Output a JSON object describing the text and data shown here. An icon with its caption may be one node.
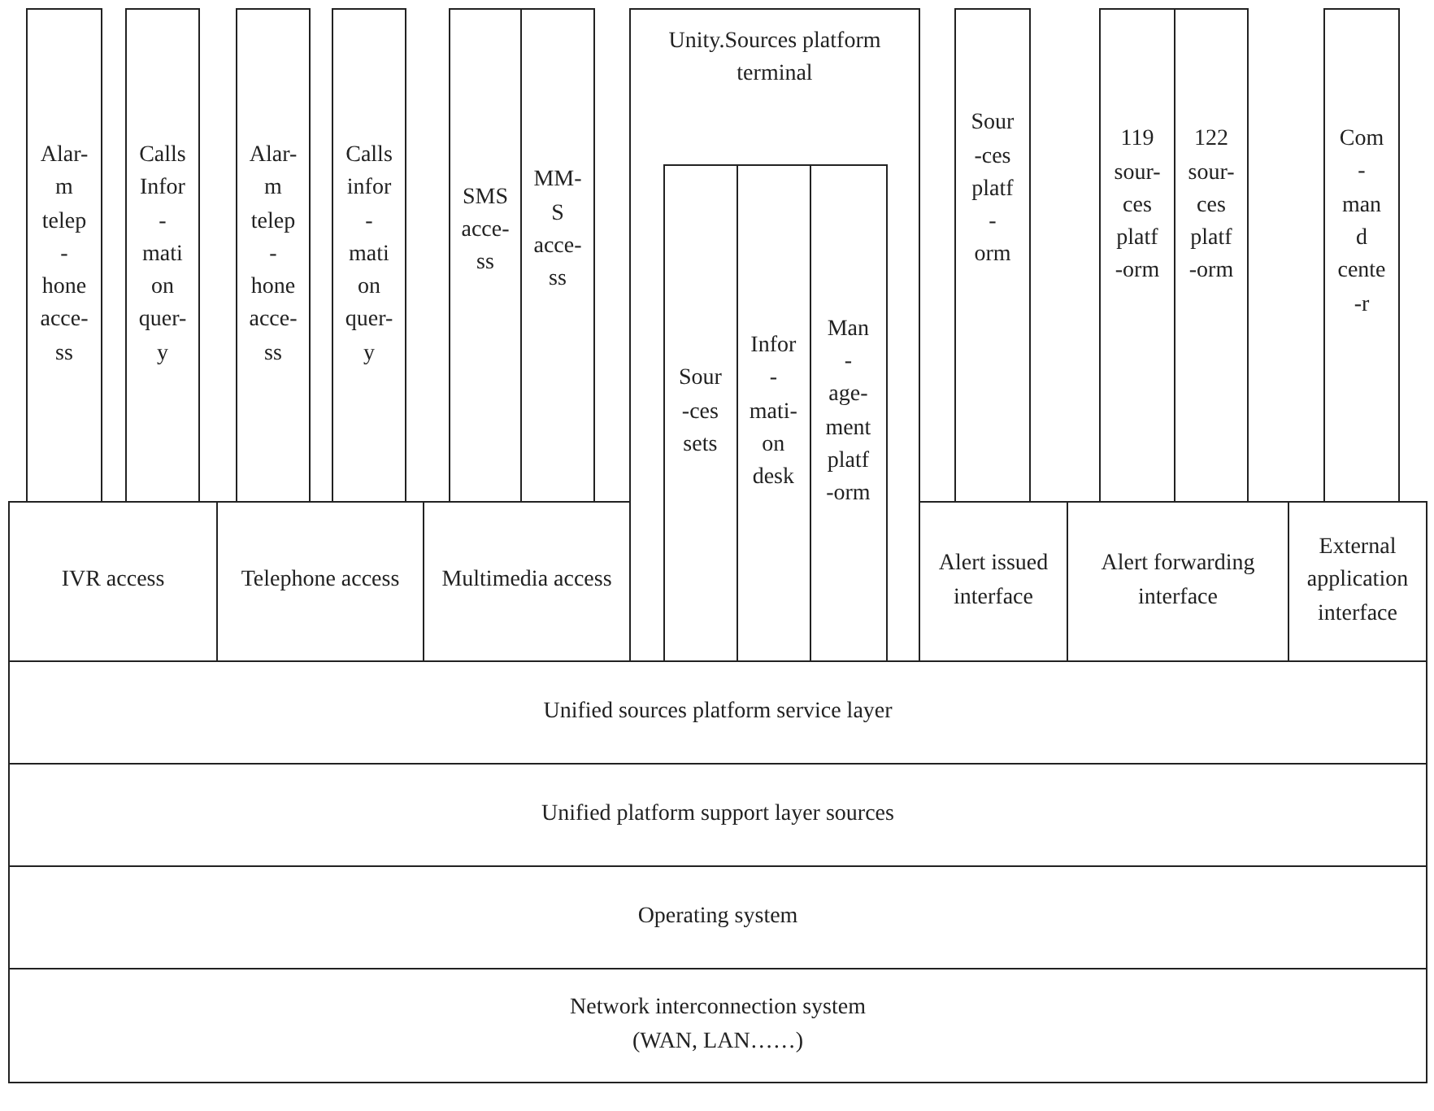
{
  "diagram": {
    "nodes": [
      {
        "text": [
          "Alar- m telep - hone acce- ss"
        ]
      },
      {
        "text": [
          "Calls Infor - mati on quer- y"
        ]
      },
      {
        "text": [
          "Alar- m telep - hone acce- ss"
        ]
      },
      {
        "text": [
          "Calls infor - mati on quer- y"
        ]
      },
      {
        "text": [
          "SMS acce- ss"
        ]
      },
      {
        "text": [
          "MM- S acce- ss"
        ]
      },
      {
        "text": [
          "Unity.Sources platform terminal"
        ]
      },
      {
        "text": [
          "Sour -ces sets"
        ],
        "in": 6
      },
      {
        "text": [
          "Infor - mati- on desk"
        ],
        "in": 6
      },
      {
        "text": [
          "Man -age- ment platf -orm"
        ],
        "in": 6
      },
      {
        "text": [
          "Sour -ces platf -orm"
        ]
      },
      {
        "text": [
          "119 sour- ces platf -orm"
        ]
      },
      {
        "text": [
          "122 sour- ces platf -orm"
        ]
      },
      {
        "text": [
          "Com - man d cente -r"
        ]
      },
      {
        "text": [
          "IVR access"
        ]
      },
      {
        "text": [
          "Telephone access"
        ]
      },
      {
        "text": [
          "Multimedia access"
        ]
      },
      {
        "text": [
          "Alert issued interface"
        ]
      },
      {
        "text": [
          "Alert forwarding interface"
        ]
      },
      {
        "text": [
          "External application interface"
        ]
      },
      {
        "text": [
          "Unified sources platform service layer"
        ]
      },
      {
        "text": [
          "Unified platform support layer sources"
        ]
      },
      {
        "text": [
          "Operating system"
        ]
      },
      {
        "text": [
          "Network interconnection system (WAN, LAN……)"
        ]
      }
    ]
  }
}
